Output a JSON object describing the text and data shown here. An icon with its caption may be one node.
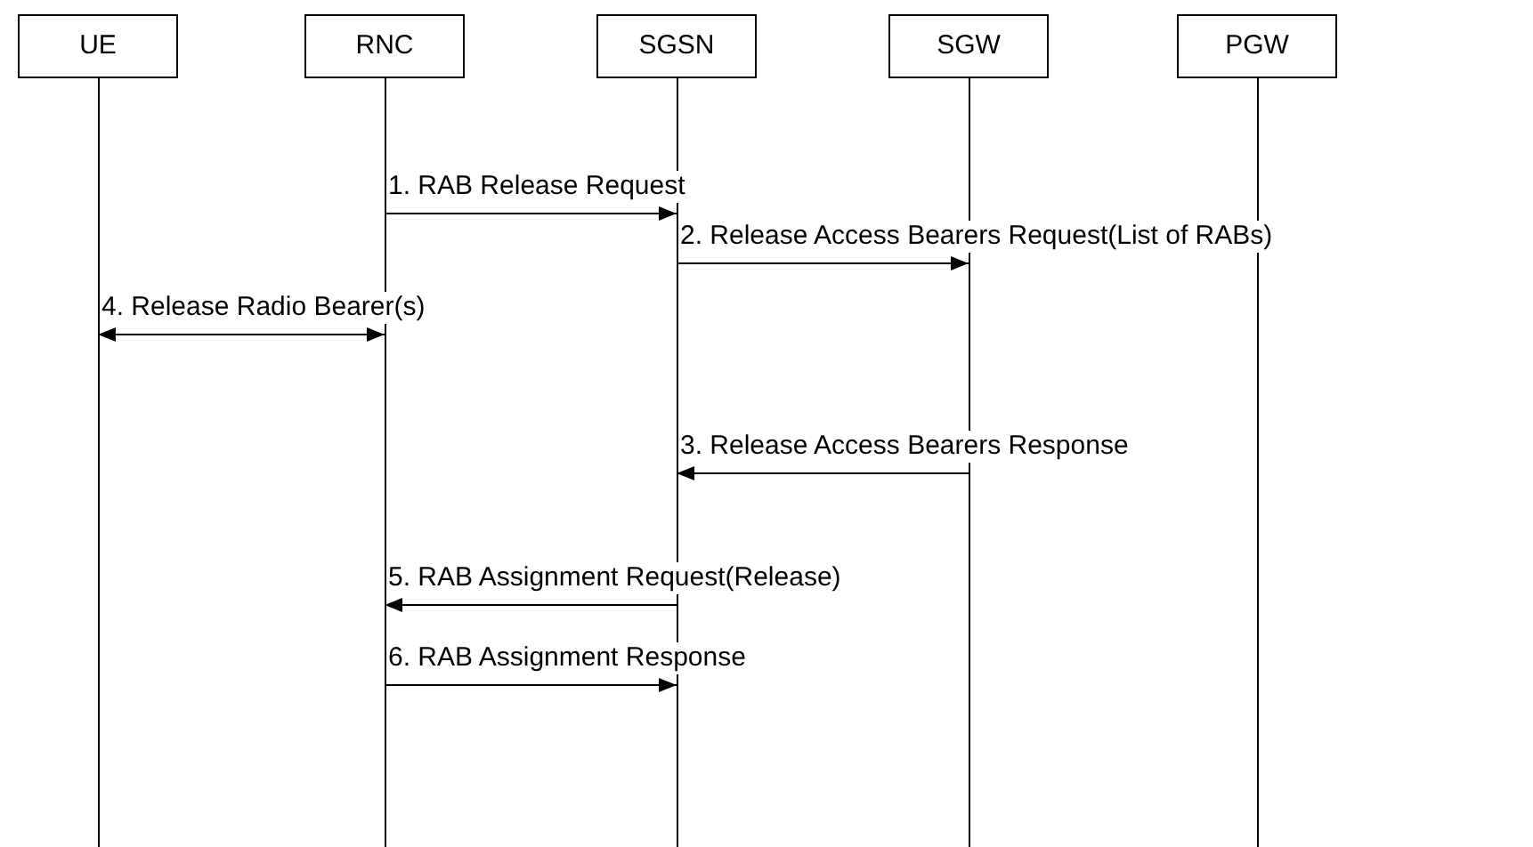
{
  "diagram": {
    "nodes": [
      {
        "text": [
          "UE"
        ]
      },
      {
        "text": [
          "RNC"
        ]
      },
      {
        "text": [
          "SGSN"
        ]
      },
      {
        "text": [
          "SGW"
        ]
      },
      {
        "text": [
          "PGW"
        ]
      }
    ],
    "edges": [
      {
        "from": 1,
        "to": 2,
        "arrow": "to",
        "label": "1. RAB Release Request"
      },
      {
        "from": 2,
        "to": 3,
        "arrow": "to",
        "label": "2. Release Access Bearers Request(List of RABs)"
      },
      {
        "from": 0,
        "to": 1,
        "arrow": "both",
        "label": "4. Release Radio Bearer(s)"
      },
      {
        "from": 3,
        "to": 2,
        "arrow": "to",
        "label": "3. Release Access Bearers Response"
      },
      {
        "from": 2,
        "to": 1,
        "arrow": "to",
        "label": "5. RAB Assignment Request(Release)"
      },
      {
        "from": 1,
        "to": 2,
        "arrow": "to",
        "label": "6. RAB Assignment Response"
      }
    ]
  }
}
